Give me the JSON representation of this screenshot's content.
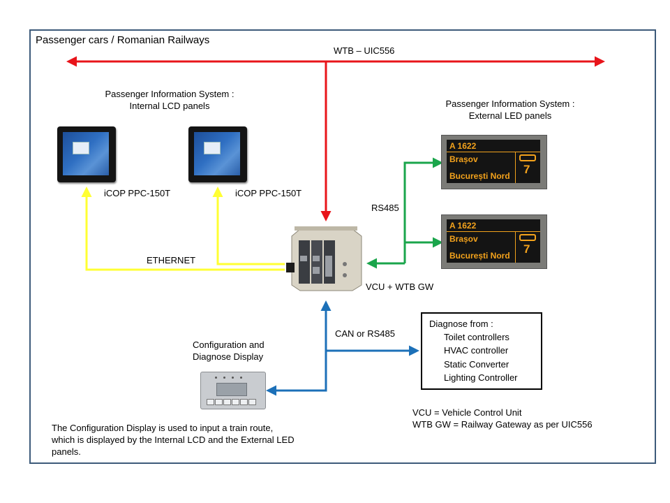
{
  "title": "Passenger cars / Romanian Railways",
  "wtb_label": "WTB – UIC556",
  "pis_internal": {
    "line1": "Passenger Information System :",
    "line2": "Internal LCD panels"
  },
  "pis_external": {
    "line1": "Passenger Information System :",
    "line2": "External LED panels"
  },
  "lcd_panels": [
    {
      "label": "iCOP PPC-150T"
    },
    {
      "label": "iCOP PPC-150T"
    }
  ],
  "led_panels": [
    {
      "route": "A 1622",
      "from": "Brașov",
      "to": "București Nord",
      "platform": "7"
    },
    {
      "route": "A 1622",
      "from": "Brașov",
      "to": "București Nord",
      "platform": "7"
    }
  ],
  "ethernet_label": "ETHERNET",
  "rs485_label": "RS485",
  "vcu_label": "VCU + WTB GW",
  "can_label": "CAN or RS485",
  "config_display": {
    "line1": "Configuration and",
    "line2": "Diagnose Display"
  },
  "diagnose": {
    "header": "Diagnose from :",
    "items": [
      "Toilet controllers",
      "HVAC controller",
      "Static Converter",
      "Lighting Controller"
    ]
  },
  "legend": {
    "line1": "VCU = Vehicle Control Unit",
    "line2": "WTB GW = Railway Gateway as per UIC556"
  },
  "note": {
    "line1": "The Configuration Display is used to input a train route,",
    "line2": "which is displayed by the Internal LCD and the External LED",
    "line3": "panels."
  },
  "colors": {
    "wtb": "#e8141a",
    "ethernet": "#ffff33",
    "rs485": "#1aa54b",
    "can": "#1c70b8",
    "frame": "#3d5a7a"
  }
}
